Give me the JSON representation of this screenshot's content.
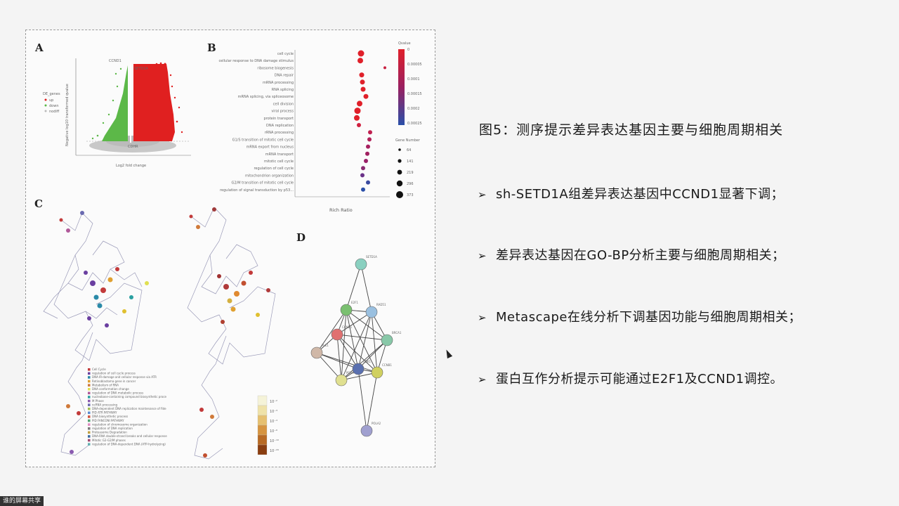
{
  "figure": {
    "panel_a": {
      "letter": "A",
      "legend_title": "DE_genes",
      "legend_items": [
        "up",
        "down",
        "nodiff"
      ],
      "gene_labels": [
        "CCND1",
        "SETD1A",
        "CDHR"
      ],
      "xlabel": "Log2 fold change",
      "ylabel": "Negative log10 transformed qvalue"
    },
    "panel_b": {
      "letter": "B",
      "terms": [
        "cell cycle",
        "cellular response to DNA damage stimulus",
        "ribosome biogenesis",
        "DNA repair",
        "mRNA processing",
        "RNA splicing",
        "mRNA splicing, via spliceosome",
        "cell division",
        "viral process",
        "protein transport",
        "DNA replication",
        "rRNA processing",
        "G1/S transition of mitotic cell cycle",
        "mRNA export from nucleus",
        "mRNA transport",
        "mitotic cell cycle",
        "regulation of cell cycle",
        "mitochondrion organization",
        "G2/M transition of mitotic cell cycle",
        "regulation of signal transduction by p53..."
      ],
      "xlabel": "Rich Ratio",
      "color_legend_title": "Qvalue",
      "color_ticks": [
        "0",
        "0.00005",
        "0.0001",
        "0.00015",
        "0.0002",
        "0.00025"
      ],
      "size_legend_title": "Gene Number",
      "size_ticks": [
        "64",
        "141",
        "219",
        "296",
        "373"
      ]
    },
    "panel_c": {
      "letter": "C",
      "legend_items": [
        "Cell Cycle",
        "regulation of cell cycle process",
        "DNA IR-damage and cellular response via ATR",
        "Retinoblastoma gene in cancer",
        "Metabolism of RNA",
        "DNA conformation change",
        "regulation of DNA metabolic process",
        "nucleobase-containing compound biosynthetic proce",
        "M Phase",
        "ncRNA processing",
        "DNA-dependent DNA replication maintenance of fide",
        "PID ATR PATHWAY",
        "DNA biosynthetic process",
        "PID FANCONI PATHWAY",
        "regulation of chromosome organization",
        "regulation of DNA replication",
        "Proteasome Degradation",
        "DNA-RNA double-strand breaks and cellular response",
        "Mitotic G2-G2/M phases",
        "regulation of DNA-dependent DNA (ATP-hydrolyzing)"
      ],
      "colorbar_ticks": [
        "10⁻²",
        "10⁻³",
        "10⁻⁴",
        "10⁻⁶",
        "10⁻¹⁰",
        "10⁻²⁰"
      ]
    },
    "panel_d": {
      "letter": "D",
      "nodes": [
        "SETD1A",
        "E2F1",
        "RAD51",
        "CCND1",
        "BRCA1",
        "PLK1",
        "CDK1",
        "CCNB1",
        "PCNA",
        "POLA2"
      ]
    }
  },
  "slide": {
    "title": "图5：测序提示差异表达基因主要与细胞周期相关",
    "bullets": [
      "sh-SETD1A组差异表达基因中CCND1显著下调；",
      "差异表达基因在GO-BP分析主要与细胞周期相关；",
      "Metascape在线分析下调基因功能与细胞周期相关；",
      "蛋白互作分析提示可能通过E2F1及CCND1调控。"
    ],
    "bullet_marker": "➢"
  },
  "share_tag": "谁的屏幕共享",
  "colors": {
    "up": "#e02020",
    "down": "#5cb848",
    "nodiff": "#bdbdbd",
    "qvalue_high": "#e0202a",
    "qvalue_low": "#2a4fa8"
  },
  "icons": [
    "mouse-cursor-icon",
    "bullet-arrow-icon"
  ]
}
